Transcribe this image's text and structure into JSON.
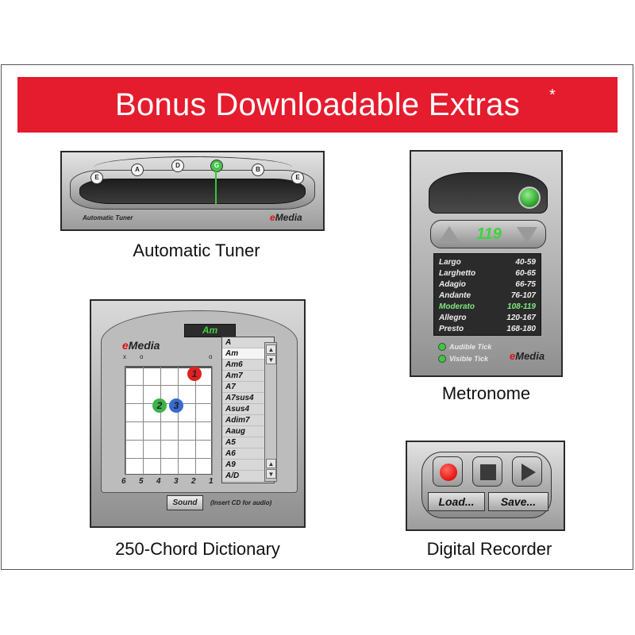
{
  "banner": {
    "title": "Bonus Downloadable Extras",
    "asterisk": "*"
  },
  "tuner": {
    "caption": "Automatic Tuner",
    "label": "Automatic Tuner",
    "logo_e": "e",
    "logo_rest": "Media",
    "strings": [
      "E",
      "A",
      "D",
      "G",
      "B",
      "E"
    ],
    "active_string": "G"
  },
  "metronome": {
    "caption": "Metronome",
    "bpm": "119",
    "tempos": [
      {
        "name": "Largo",
        "range": "40-59"
      },
      {
        "name": "Larghetto",
        "range": "60-65"
      },
      {
        "name": "Adagio",
        "range": "66-75"
      },
      {
        "name": "Andante",
        "range": "76-107"
      },
      {
        "name": "Moderato",
        "range": "108-119"
      },
      {
        "name": "Allegro",
        "range": "120-167"
      },
      {
        "name": "Presto",
        "range": "168-180"
      }
    ],
    "active_tempo": "Moderato",
    "audible_label": "Audible Tick",
    "visible_label": "Visible Tick",
    "logo_e": "e",
    "logo_rest": "Media",
    "colors": {
      "display_green": "#3fd33e"
    }
  },
  "chord": {
    "caption": "250-Chord Dictionary",
    "current": "Am",
    "logo_e": "e",
    "logo_rest": "Media",
    "open_marks": [
      "x",
      "o",
      "o"
    ],
    "fingers": [
      "1",
      "2",
      "3"
    ],
    "string_numbers": [
      "6",
      "5",
      "4",
      "3",
      "2",
      "1"
    ],
    "list": [
      "A",
      "Am",
      "Am6",
      "Am7",
      "A7",
      "A7sus4",
      "Asus4",
      "Adim7",
      "Aaug",
      "A5",
      "A6",
      "A9",
      "A/D"
    ],
    "selected": "Am",
    "sound_label": "Sound",
    "cd_note": "(Insert CD for audio)"
  },
  "recorder": {
    "caption": "Digital Recorder",
    "load_label": "Load...",
    "save_label": "Save..."
  },
  "colors": {
    "banner_red": "#e41c2e",
    "record_red": "#e41414",
    "finger_red": "#e02020",
    "finger_green": "#3cb44a",
    "finger_blue": "#3a6ad0"
  }
}
